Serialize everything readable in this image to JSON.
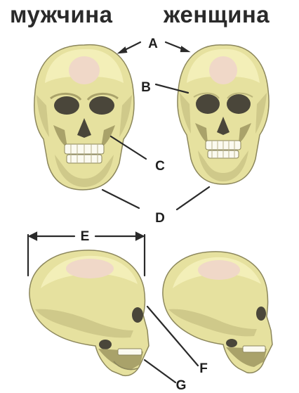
{
  "headings": {
    "male": "мужчина",
    "female": "женщина"
  },
  "labels": {
    "a": "A",
    "b": "B",
    "c": "C",
    "d": "D",
    "e": "E",
    "f": "F",
    "g": "G"
  },
  "colors": {
    "bone_light": "#f3efb8",
    "bone_mid": "#e6e19f",
    "bone_shade": "#cfc98a",
    "bone_dark": "#a9a26a",
    "pink_highlight": "#f0d8c8",
    "socket": "#4a463a",
    "outline": "#555555",
    "teeth": "#fbfaf0"
  }
}
